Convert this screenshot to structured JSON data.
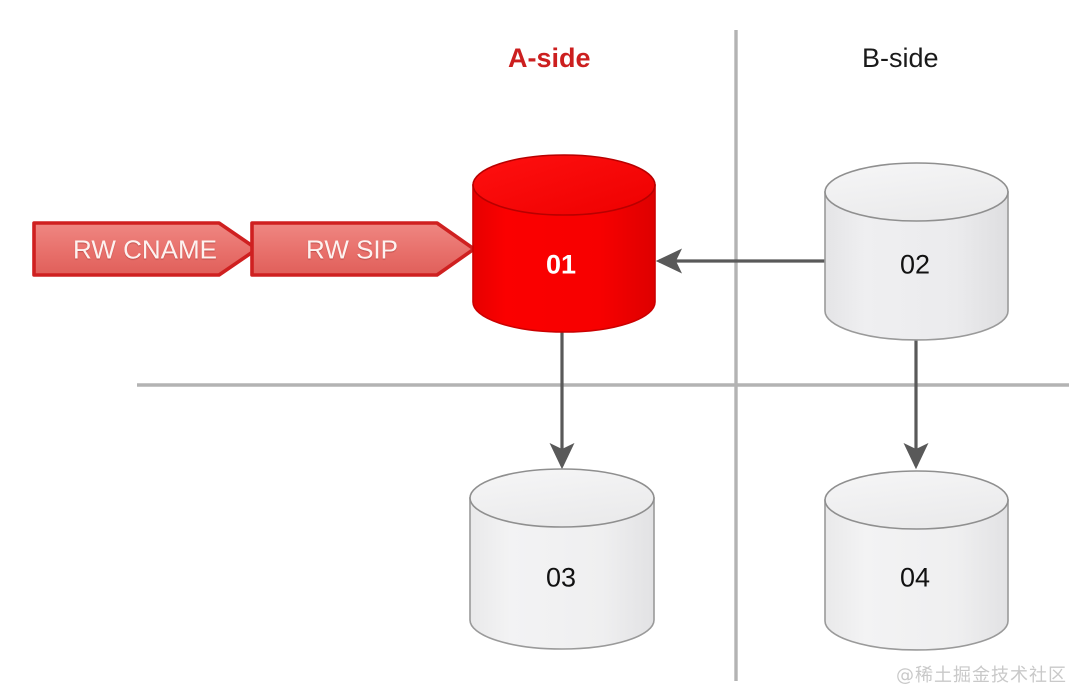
{
  "diagram": {
    "background": "#ffffff",
    "headers": [
      {
        "id": "a-side",
        "label": "A-side",
        "color": "#cc1f1f",
        "bold": true
      },
      {
        "id": "b-side",
        "label": "B-side",
        "color": "#1a1a1a",
        "bold": false
      }
    ],
    "flow_arrows": [
      {
        "id": "rw-cname",
        "label": "RW CNAME",
        "fill": "#e8706b",
        "stroke": "#cf2020",
        "text_color": "#fdf2f0"
      },
      {
        "id": "rw-sip",
        "label": "RW SIP",
        "fill": "#e8706b",
        "stroke": "#cf2020",
        "text_color": "#fdf2f0"
      }
    ],
    "cylinders": [
      {
        "id": "db-01",
        "label": "01",
        "variant": "red",
        "fill": "#f40000",
        "top_fill": "#fb0505",
        "stroke": "#d10000",
        "text_color": "#ffffff",
        "quadrant": "a-side-top"
      },
      {
        "id": "db-02",
        "label": "02",
        "variant": "grey",
        "fill": "#ececed",
        "top_fill": "#f2f2f3",
        "stroke": "#9a9a9a",
        "text_color": "#111111",
        "quadrant": "b-side-top"
      },
      {
        "id": "db-03",
        "label": "03",
        "variant": "grey",
        "fill": "#efeff0",
        "top_fill": "#f5f5f6",
        "stroke": "#9a9a9a",
        "text_color": "#111111",
        "quadrant": "a-side-bottom"
      },
      {
        "id": "db-04",
        "label": "04",
        "variant": "grey",
        "fill": "#efeff0",
        "top_fill": "#f5f5f6",
        "stroke": "#9a9a9a",
        "text_color": "#111111",
        "quadrant": "b-side-bottom"
      }
    ],
    "connectors": [
      {
        "id": "connector-01-02",
        "from": "db-01",
        "to": "db-02",
        "direction": "bidirectional",
        "color": "#595959"
      },
      {
        "id": "connector-01-03",
        "from": "db-01",
        "to": "db-03",
        "direction": "down",
        "color": "#595959"
      },
      {
        "id": "connector-02-04",
        "from": "db-02",
        "to": "db-04",
        "direction": "down",
        "color": "#595959"
      }
    ],
    "dividers": [
      {
        "id": "vertical-divider",
        "orientation": "vertical",
        "color": "#b3b3b3"
      },
      {
        "id": "horizontal-divider",
        "orientation": "horizontal",
        "color": "#b3b3b3"
      }
    ],
    "watermark": {
      "text": "@稀土掘金技术社区",
      "color": "#c9c9c9"
    }
  }
}
